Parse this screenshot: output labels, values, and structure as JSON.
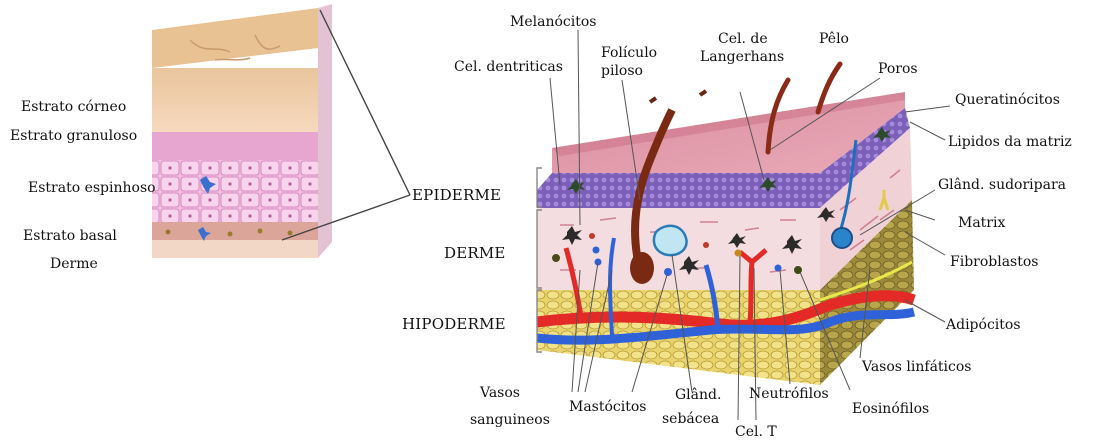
{
  "left_panel": {
    "layers": [
      "Estrato córneo",
      "Estrato granuloso",
      "Estrato espinhoso",
      "Estrato basal",
      "Derme"
    ]
  },
  "regions": [
    "EPIDERME",
    "DERME",
    "HIPODERME"
  ],
  "labels": {
    "melanocitos": "Melanócitos",
    "cel_dentriticas": "Cel. dentriticas",
    "foliculo_1": "Folículo",
    "foliculo_2": "piloso",
    "cel_de": "Cel. de",
    "langerhans": "Langerhans",
    "pelo": "Pêlo",
    "poros": "Poros",
    "queratinocitos": "Queratinócitos",
    "lipidos": "Lipidos da matriz",
    "gland_sudoripara": "Glând. sudoripara",
    "matrix": "Matrix",
    "fibroblastos": "Fibroblastos",
    "adipocitos": "Adipócitos",
    "vasos_linfaticos": "Vasos linfáticos",
    "eosinofilos": "Eosinófilos",
    "neutrofilos": "Neutrófilos",
    "cel_t": "Cel. T",
    "gland_1": "Glând.",
    "gland_2": "sebácea",
    "mastocitos": "Mastócitos",
    "vasos_1": "Vasos",
    "vasos_2": "sanguineos"
  },
  "colors": {
    "stratum_corneum": "#f2c8a2",
    "epidermis_pink": "#efb8d6",
    "epidermis_purple": "#8c6fc4",
    "dermis": "#f3dcdf",
    "hypodermis": "#e3cd63",
    "artery": "#e32a26",
    "vein": "#2f62d8",
    "hair": "#7a2a12",
    "gland": "#2a7ab8"
  }
}
